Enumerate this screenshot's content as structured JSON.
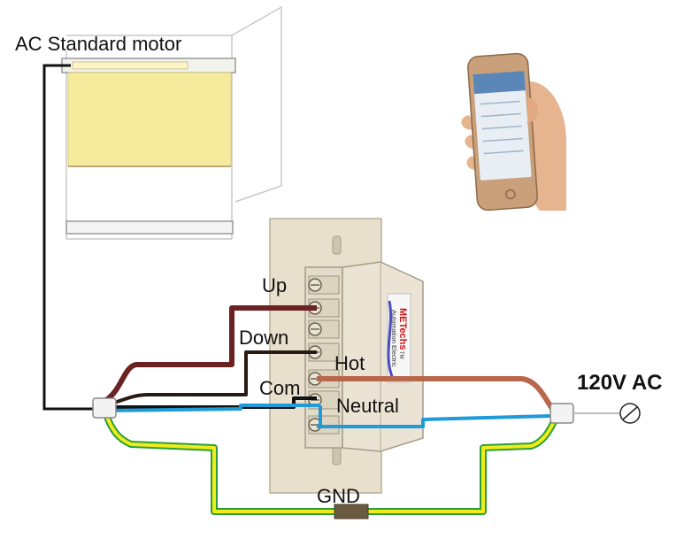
{
  "labels": {
    "motor": "AC Standard motor",
    "up": "Up",
    "down": "Down",
    "hot": "Hot",
    "com": "Com",
    "neutral": "Neutral",
    "gnd": "GND",
    "supply": "120V AC"
  },
  "switch": {
    "brand": "METechs",
    "tm": "TM",
    "line2": "Automation Electric"
  },
  "colors": {
    "up_wire": "#6b2222",
    "down_wire": "#2a1a12",
    "hot_wire": "#b9674a",
    "neutral_wire": "#1e9bd8",
    "ground_wire_outer": "#27a03a",
    "ground_wire_inner": "#f2ea1a",
    "motor_wire": "#111111",
    "switch_plate": "#e8dfcc",
    "blind_fabric": "#f6ea9c"
  },
  "icons": {
    "phone": "smartphone-in-hand-icon",
    "ac_source": "ac-source-symbol-icon"
  }
}
